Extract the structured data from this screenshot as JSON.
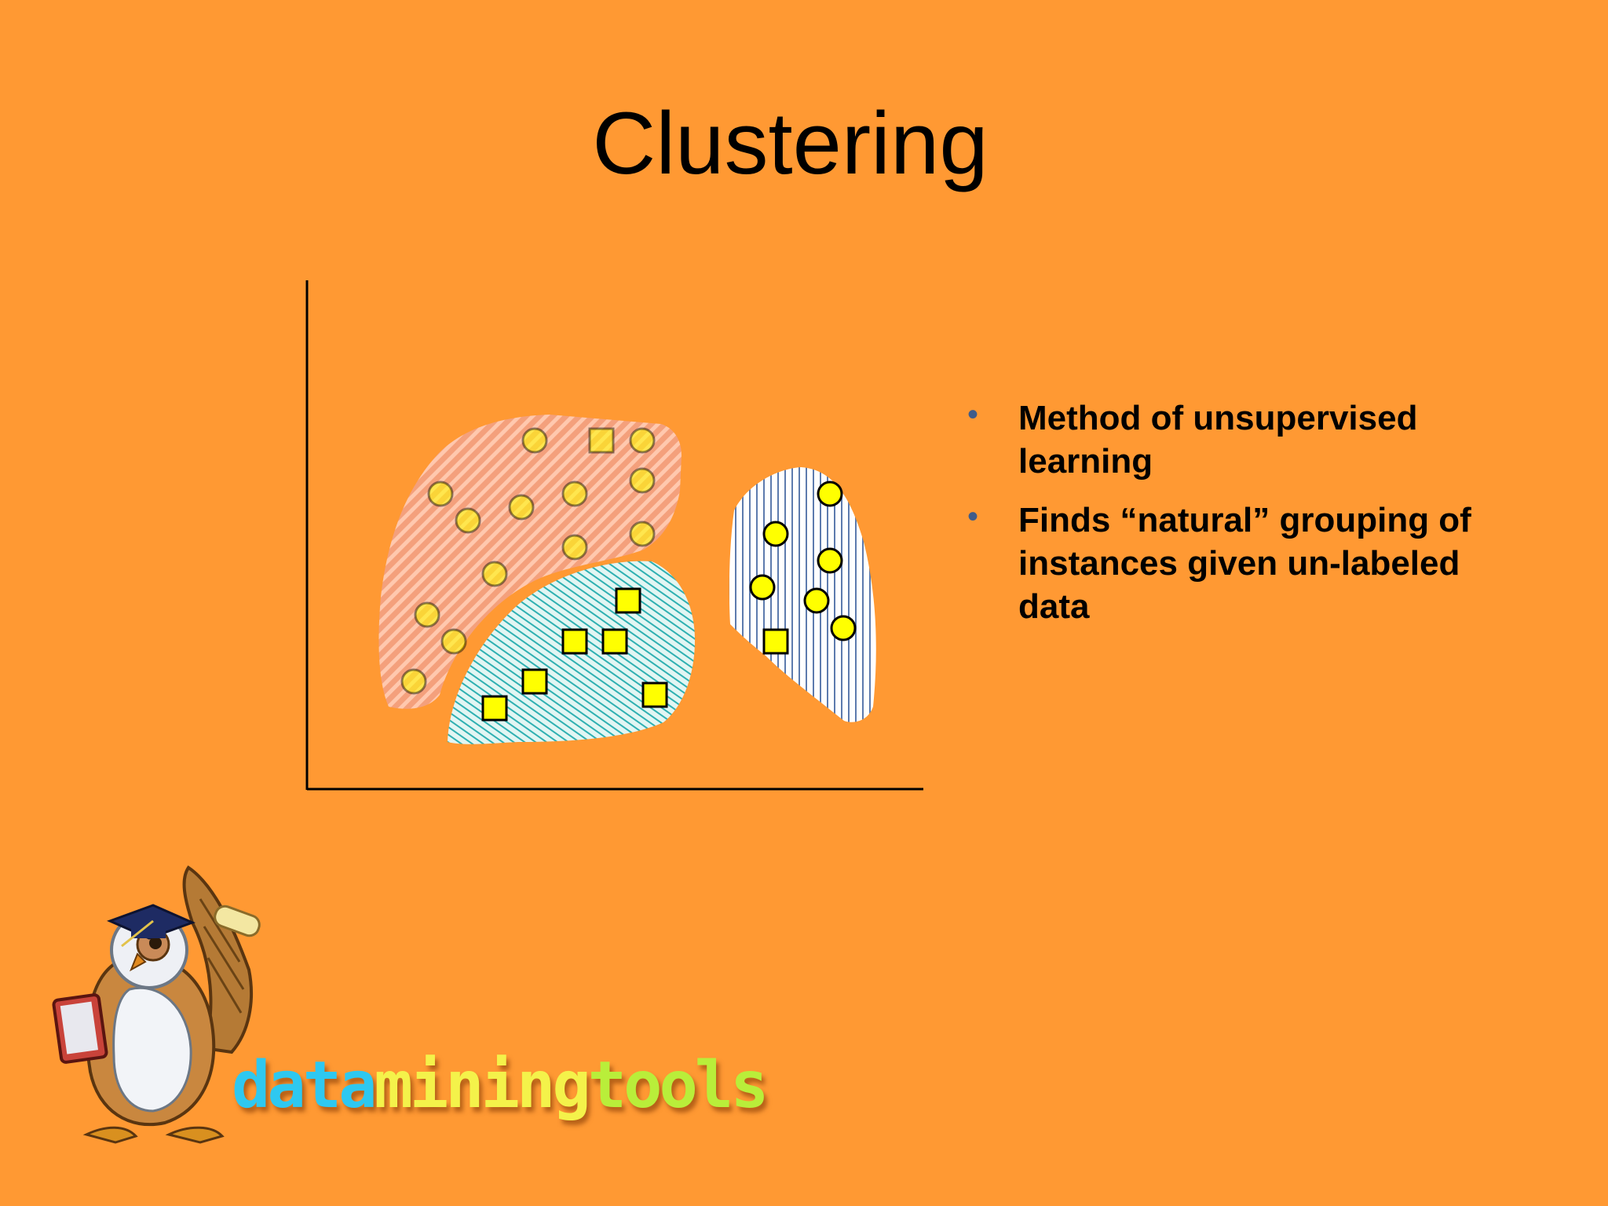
{
  "slide": {
    "title": "Clustering",
    "bullets": [
      "Method of unsupervised learning",
      "Finds “natural” grouping of instances given un-labeled data"
    ],
    "bullet_marker": "•"
  },
  "diagram": {
    "clusters": [
      {
        "name": "cluster-a",
        "fill": "#F6A882",
        "hatch": "#FFC4A8",
        "pattern": "diagonal"
      },
      {
        "name": "cluster-b",
        "fill": "#D8F2EF",
        "hatch": "#3AB7B5",
        "pattern": "diagonal-dense"
      },
      {
        "name": "cluster-c",
        "fill": "#FFFFFF",
        "hatch": "#6C86B0",
        "pattern": "vertical"
      }
    ],
    "point_colors": {
      "marker": "#FFFF00",
      "stroke": "#000000"
    }
  },
  "logo": {
    "parts": [
      "data",
      "mining",
      "tools"
    ],
    "colors": [
      "#2EC8F0",
      "#F4F24A",
      "#B9EE3A"
    ],
    "mascot": "owl-graduate-icon"
  }
}
